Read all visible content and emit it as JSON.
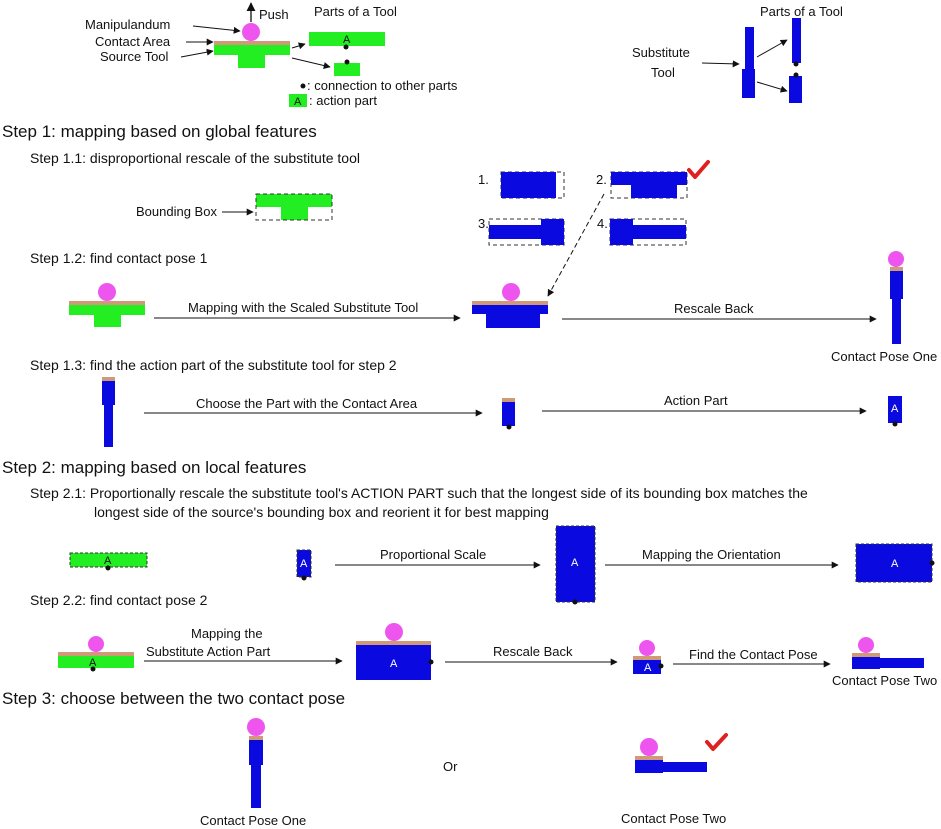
{
  "colors": {
    "source_green": "#22ee22",
    "substitute_blue": "#0a0ae0",
    "contact_tan": "#d09a78",
    "manipulandum_pink": "#ee55ee",
    "check_red": "#e02020"
  },
  "legend": {
    "push": "Push",
    "parts_title": "Parts of a Tool",
    "manipulandum": "Manipulandum",
    "contact_area": "Contact Area",
    "source_tool": "Source Tool",
    "connection_note": ": connection to other parts",
    "action_note": ": action part",
    "action_letter": "A",
    "substitute_parts_title": "Parts of a Tool",
    "substitute_tool_line1": "Substitute",
    "substitute_tool_line2": "Tool"
  },
  "step1": {
    "title": "Step 1: mapping based on global features",
    "s11": "Step 1.1: disproportional rescale of the substitute tool",
    "bounding_box": "Bounding Box",
    "opt1": "1.",
    "opt2": "2.",
    "opt3": "3.",
    "opt4": "4.",
    "s12": "Step 1.2: find contact pose 1",
    "mapping_scaled": "Mapping with the Scaled Substitute Tool",
    "rescale_back": "Rescale Back",
    "contact_pose_one": "Contact Pose One",
    "s13": "Step 1.3: find the action part of the substitute tool for step 2",
    "choose_part": "Choose the Part with the Contact Area",
    "action_part": "Action Part"
  },
  "step2": {
    "title": "Step 2: mapping based on local features",
    "s21_line1": "Step 2.1: Proportionally rescale the substitute tool's ACTION PART such that the longest side of its bounding box matches the",
    "s21_line2": "longest side of the source's bounding box and reorient it for best mapping",
    "proportional_scale": "Proportional Scale",
    "mapping_orientation": "Mapping the Orientation",
    "s22": "Step 2.2: find contact pose 2",
    "mapping_the": "Mapping the",
    "substitute_action_part": "Substitute  Action Part",
    "rescale_back": "Rescale Back",
    "find_contact_pose": "Find the Contact Pose",
    "contact_pose_two": "Contact Pose Two"
  },
  "step3": {
    "title": "Step 3: choose between the two contact pose",
    "or": "Or",
    "contact_pose_one": "Contact Pose One",
    "contact_pose_two": "Contact Pose Two"
  }
}
